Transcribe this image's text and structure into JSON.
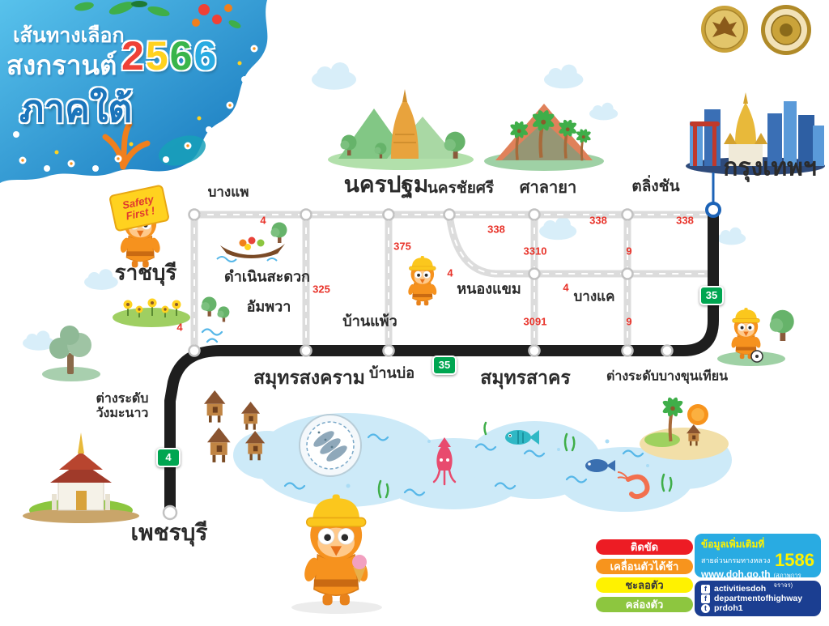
{
  "header": {
    "line1": "เส้นทางเลือก",
    "line2": "สงกรานต์",
    "year": "2566",
    "year_digits": [
      "2",
      "5",
      "6",
      "6"
    ],
    "region": "ภาคใต้"
  },
  "mascot_sign": {
    "line1": "Safety",
    "line2": "First !"
  },
  "cities": [
    {
      "name": "กรุงเทพฯ"
    },
    {
      "name": "นครปฐม"
    },
    {
      "name": "นครชัยศรี"
    },
    {
      "name": "ศาลายา"
    },
    {
      "name": "ตลิ่งชัน"
    },
    {
      "name": "บางแพ"
    },
    {
      "name": "ราชบุรี"
    },
    {
      "name": "ดำเนินสะดวก"
    },
    {
      "name": "อัมพวา"
    },
    {
      "name": "บ้านแพ้ว"
    },
    {
      "name": "หนองแขม"
    },
    {
      "name": "บางแค"
    },
    {
      "name": "สมุทรสงคราม"
    },
    {
      "name": "บ้านบ่อ"
    },
    {
      "name": "สมุทรสาคร"
    },
    {
      "name": "ต่างระดับบางขุนเทียน"
    },
    {
      "name": "ต่างระดับ",
      "name2": "วังมะนาว"
    },
    {
      "name": "เพชรบุรี"
    }
  ],
  "route_labels": [
    {
      "number": "4"
    },
    {
      "number": "375"
    },
    {
      "number": "338"
    },
    {
      "number": "3310"
    },
    {
      "number": "338"
    },
    {
      "number": "9"
    },
    {
      "number": "338"
    },
    {
      "number": "325"
    },
    {
      "number": "4"
    },
    {
      "number": "4"
    },
    {
      "number": "3091"
    },
    {
      "number": "9"
    },
    {
      "number": "4"
    }
  ],
  "shields": [
    {
      "number": "35"
    },
    {
      "number": "35"
    },
    {
      "number": "4"
    }
  ],
  "legend": {
    "items": [
      {
        "label": "ติดขัด",
        "color": "#ed1c24"
      },
      {
        "label": "เคลื่อนตัวได้ช้า",
        "color": "#f7941d"
      },
      {
        "label": "ชะลอตัว",
        "color": "#fff200"
      },
      {
        "label": "คล่องตัว",
        "color": "#8dc63f"
      }
    ]
  },
  "info_box": {
    "more_info": "ข้อมูลเพิ่มเติมที่",
    "hotline_label": "สายด่วนกรมทางหลวง",
    "hotline_number": "1586",
    "website": "www.doh.go.th",
    "website_note": "(สภาพการจราจร)"
  },
  "social": {
    "items": [
      {
        "network": "facebook",
        "label": "activitiesdoh"
      },
      {
        "network": "facebook",
        "label": "departmentofhighway"
      },
      {
        "network": "twitter",
        "label": "prdoh1"
      }
    ]
  },
  "icons": {
    "facebook": "f",
    "twitter": "t"
  },
  "colors": {
    "road_main": "#1e1e1e",
    "road_secondary": "#dcdcdc",
    "route_shield_green": "#00a651",
    "route_number_red": "#e8332a",
    "legend_red": "#ed1c24",
    "legend_orange": "#f7941d",
    "legend_yellow": "#fff200",
    "legend_green": "#8dc63f",
    "info_box_blue": "#29abe2",
    "social_box_navy": "#1b3e91",
    "header_blue": "#1b75bb"
  }
}
